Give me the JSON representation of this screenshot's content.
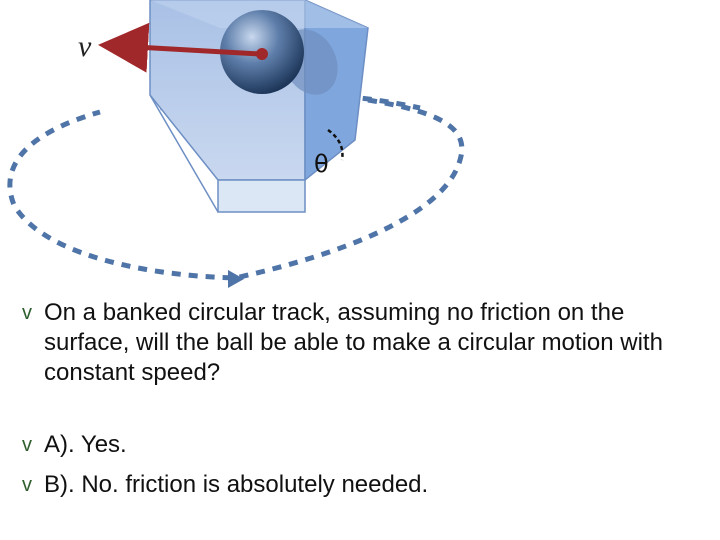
{
  "diagram": {
    "velocity_label": "v",
    "angle_label": "θ",
    "colors": {
      "block_front": "#b7ccea",
      "block_side": "#7fa6dd",
      "block_bottom": "#dce7f5",
      "block_edge": "#6d8fc4",
      "ball": "#2e4f7a",
      "arrow": "#a0282a",
      "dashed_path": "#4f74a8"
    }
  },
  "question": {
    "bullet": "v",
    "text": "On a banked circular track, assuming no friction on the surface, will the ball be able to make a circular motion with constant speed?"
  },
  "options": [
    {
      "bullet": "v",
      "text": "A). Yes."
    },
    {
      "bullet": "v",
      "text": "B). No. friction is absolutely needed."
    }
  ]
}
